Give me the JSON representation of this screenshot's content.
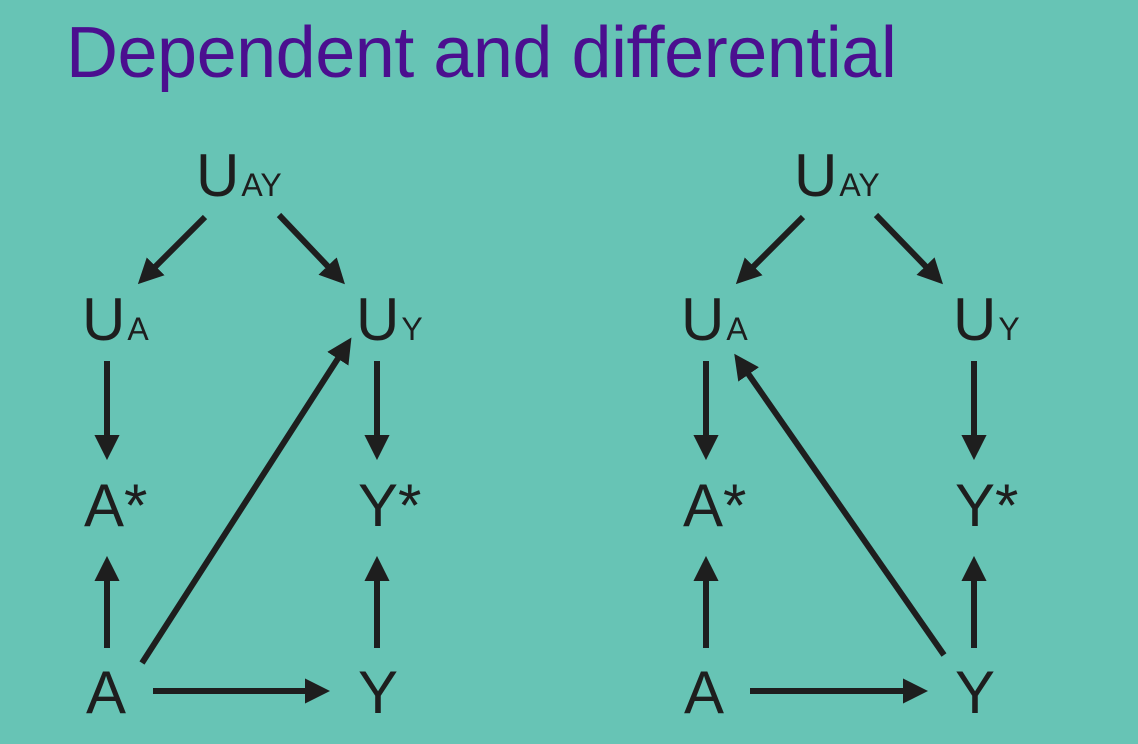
{
  "slide": {
    "title": "Dependent and differential"
  },
  "diagram_left": {
    "nodes": {
      "uay": {
        "main": "U",
        "sub": "AY"
      },
      "ua": {
        "main": "U",
        "sub": "A"
      },
      "uy": {
        "main": "U",
        "sub": "Y"
      },
      "astar": {
        "main": "A*"
      },
      "ystar": {
        "main": "Y*"
      },
      "a": {
        "main": "A"
      },
      "y": {
        "main": "Y"
      }
    }
  },
  "diagram_right": {
    "nodes": {
      "uay": {
        "main": "U",
        "sub": "AY"
      },
      "ua": {
        "main": "U",
        "sub": "A"
      },
      "uy": {
        "main": "U",
        "sub": "Y"
      },
      "astar": {
        "main": "A*"
      },
      "ystar": {
        "main": "Y*"
      },
      "a": {
        "main": "A"
      },
      "y": {
        "main": "Y"
      }
    }
  },
  "colors": {
    "background": "#67c4b5",
    "title": "#4b0f8f",
    "ink": "#1e1e1e"
  }
}
